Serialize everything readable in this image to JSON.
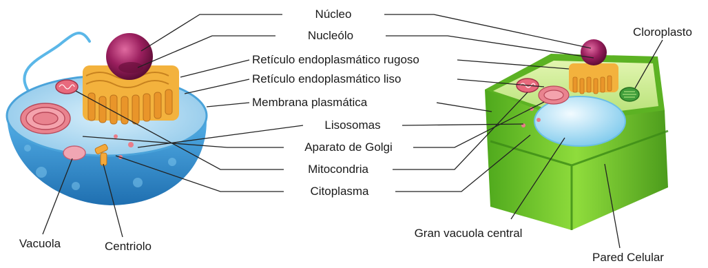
{
  "labels": {
    "nucleo": "Núcleo",
    "nucleolo": "Nucleólo",
    "rer": "Retículo endoplasmático rugoso",
    "rel": "Retículo endoplasmático liso",
    "membrana": "Membrana plasmática",
    "lisosomas": "Lisosomas",
    "golgi": "Aparato de Golgi",
    "mitocondria": "Mitocondria",
    "citoplasma": "Citoplasma",
    "cloroplasto": "Cloroplasto",
    "vacuola": "Vacuola",
    "centriolo": "Centriolo",
    "gran_vacuola": "Gran vacuola central",
    "pared": "Pared Celular"
  },
  "colors": {
    "animal_cell": "#3f9fdc",
    "animal_cytoplasm": "#a9d6ef",
    "plant_wall": "#6cc22b",
    "plant_cytoplasm": "#c7ea86",
    "nucleus": "#8a1a52",
    "er": "#f2a62a",
    "mitochondria": "#d94a5e",
    "vacuole": "#a8ddf5",
    "chloroplast": "#3f9d3a",
    "leader_line": "#222222"
  },
  "icons": [
    "animal-cell-illustration",
    "plant-cell-illustration"
  ]
}
